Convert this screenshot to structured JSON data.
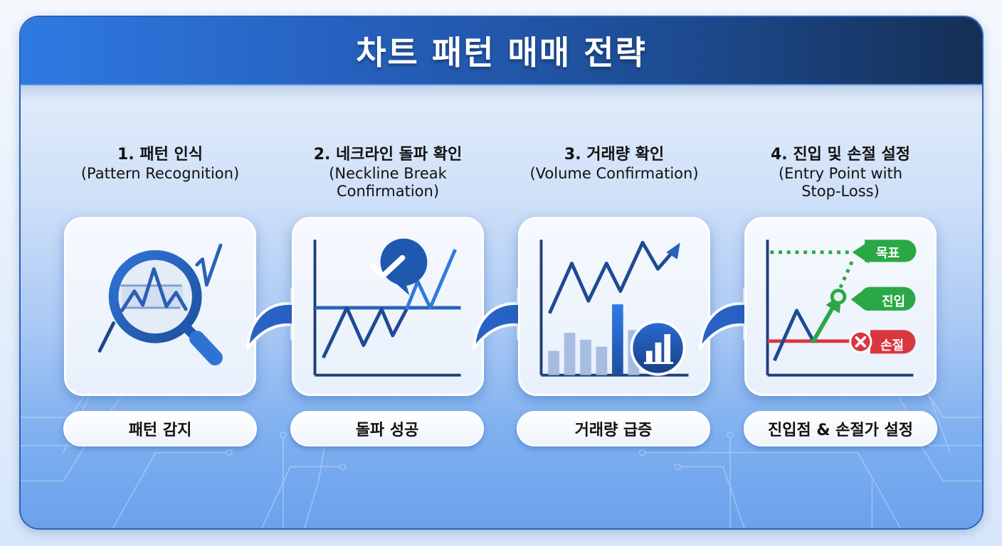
{
  "header": {
    "title": "차트 패턴 매매 전략"
  },
  "steps": [
    {
      "title_ko": "1. 패턴 인식",
      "title_en_line1": "(Pattern Recognition)",
      "title_en_line2": "",
      "icon": "magnifier-pattern-icon",
      "pill": "패턴 감지"
    },
    {
      "title_ko": "2. 네크라인 돌파 확인",
      "title_en_line1": "(Neckline Break",
      "title_en_line2": "Confirmation)",
      "icon": "neckline-breakout-check-icon",
      "pill": "돌파 성공"
    },
    {
      "title_ko": "3. 거래량 확인",
      "title_en_line1": "(Volume Confirmation)",
      "title_en_line2": "",
      "icon": "volume-spike-chart-icon",
      "pill": "거래량 급증"
    },
    {
      "title_ko": "4. 진입 및 손절 설정",
      "title_en_line1": "(Entry Point with",
      "title_en_line2": "Stop-Loss)",
      "icon": "entry-stoploss-chart-icon",
      "pill": "진입점 & 손절가 설정",
      "labels": {
        "target": "목표",
        "entry": "진입",
        "stop": "손절"
      }
    }
  ],
  "colors": {
    "header_start": "#2e7ae2",
    "header_end": "#152f55",
    "icon_blue": "#2563b8",
    "icon_dark": "#1e3f78",
    "target_green": "#2aa845",
    "stop_red": "#d9363e"
  }
}
